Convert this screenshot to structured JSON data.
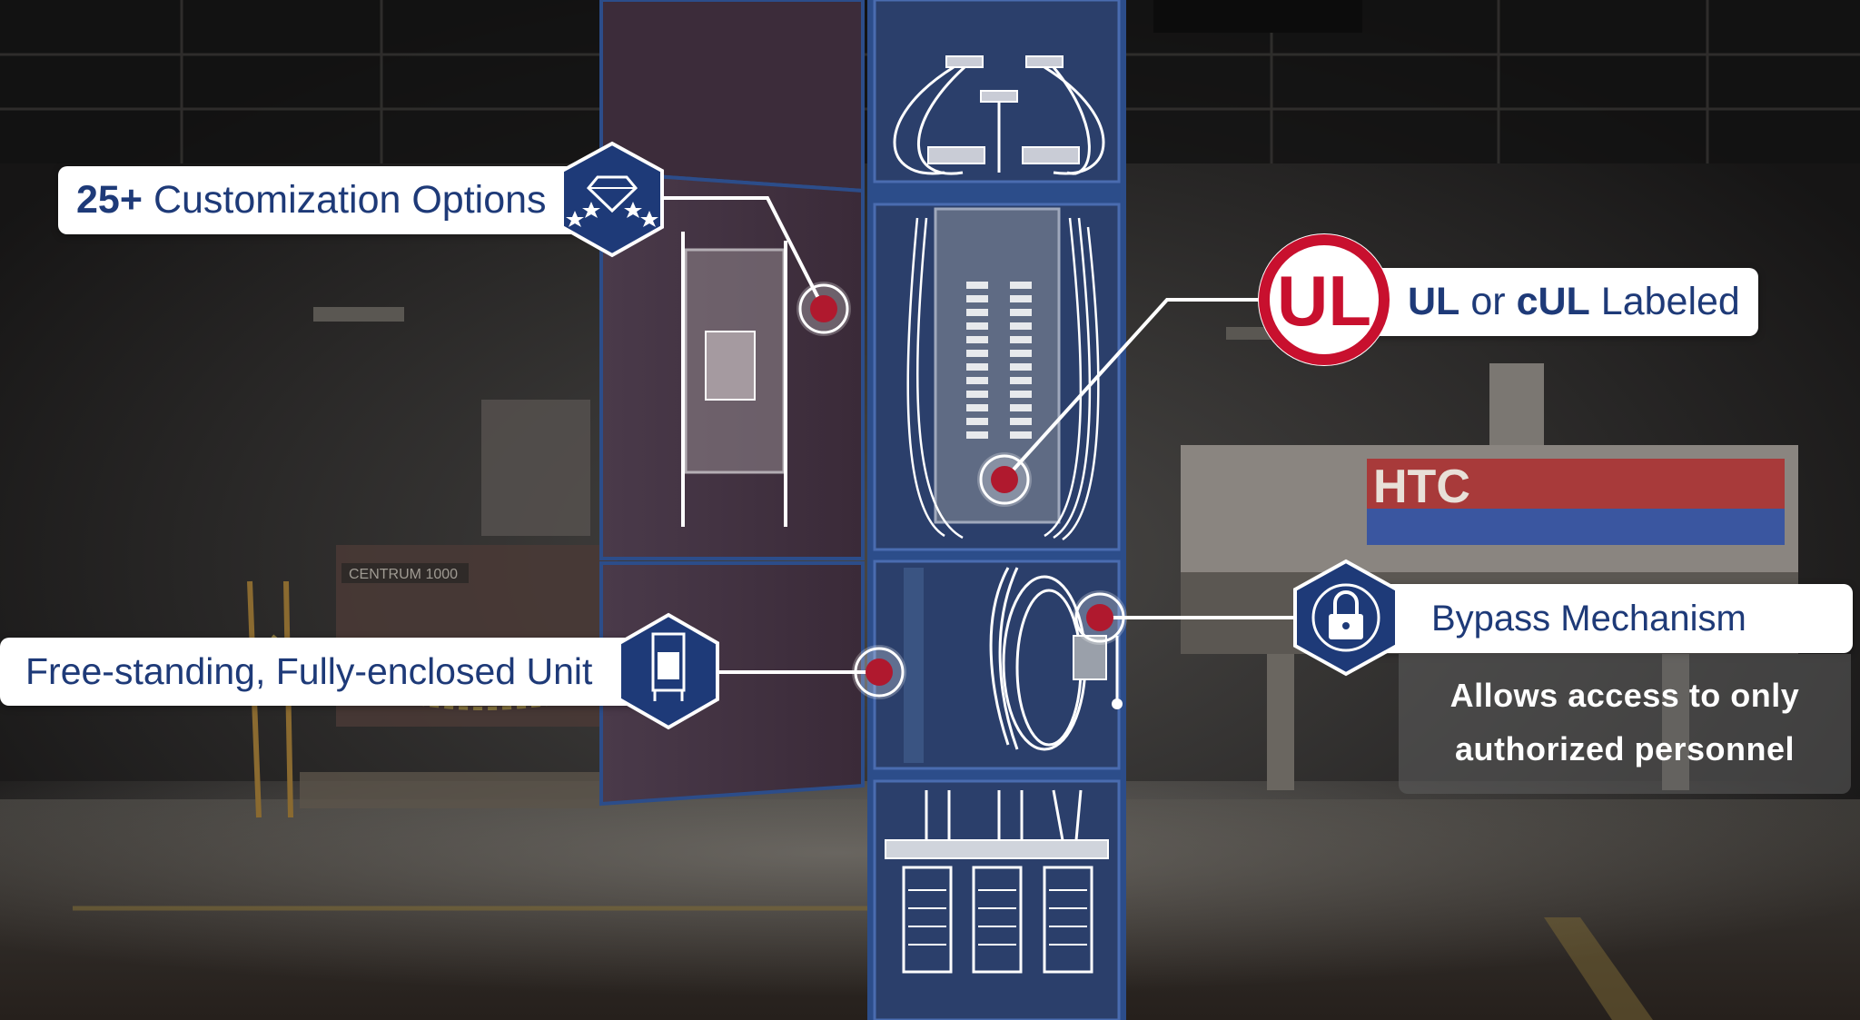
{
  "callouts": {
    "customization": {
      "bold": "25+",
      "text": "Customization Options",
      "icon": "diamond-stars-icon"
    },
    "ul": {
      "badge": "UL",
      "bold1": "UL",
      "or": "or",
      "bold2": "cUL",
      "text": "Labeled",
      "icon": "ul-logo-icon"
    },
    "freestanding": {
      "text": "Free-standing, Fully-enclosed Unit",
      "icon": "cabinet-icon"
    },
    "bypass": {
      "text": "Bypass Mechanism",
      "icon": "padlock-icon",
      "description_line1": "Allows access to only",
      "description_line2": "authorized personnel"
    }
  },
  "scene": {
    "machine_brand": "HTC",
    "machine_model": "CENTRUM 1000"
  },
  "colors": {
    "brand_navy": "#1e3a78",
    "hotspot_red": "#b0192e",
    "ul_red": "#c8102e",
    "cabinet_blue": "#2c4d8a"
  }
}
